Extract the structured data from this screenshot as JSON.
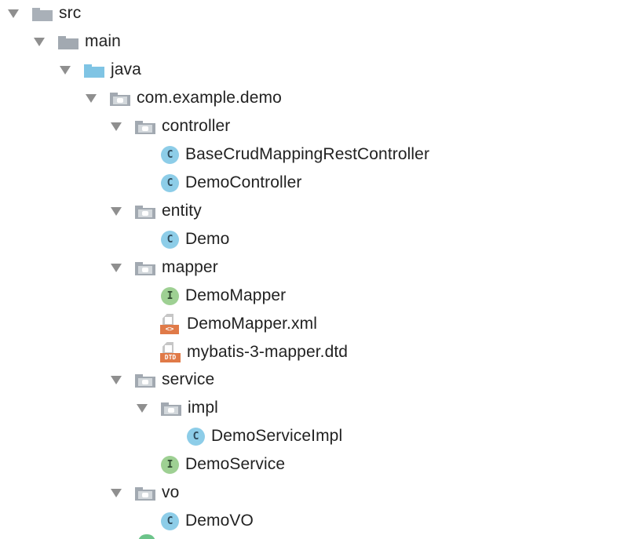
{
  "tree": {
    "nodes": [
      {
        "label": "src",
        "type": "folder-src",
        "expanded": true
      },
      {
        "label": "main",
        "type": "folder",
        "expanded": true
      },
      {
        "label": "java",
        "type": "folder-java",
        "expanded": true
      },
      {
        "label": "com.example.demo",
        "type": "package",
        "expanded": true
      },
      {
        "label": "controller",
        "type": "package",
        "expanded": true
      },
      {
        "label": "BaseCrudMappingRestController",
        "type": "class",
        "icon_letter": "C"
      },
      {
        "label": "DemoController",
        "type": "class",
        "icon_letter": "C"
      },
      {
        "label": "entity",
        "type": "package",
        "expanded": true
      },
      {
        "label": "Demo",
        "type": "class",
        "icon_letter": "C"
      },
      {
        "label": "mapper",
        "type": "package",
        "expanded": true
      },
      {
        "label": "DemoMapper",
        "type": "interface",
        "icon_letter": "I"
      },
      {
        "label": "DemoMapper.xml",
        "type": "xml-file",
        "icon_tag": "<>"
      },
      {
        "label": "mybatis-3-mapper.dtd",
        "type": "dtd-file",
        "icon_tag": "DTD"
      },
      {
        "label": "service",
        "type": "package",
        "expanded": true
      },
      {
        "label": "impl",
        "type": "package",
        "expanded": true
      },
      {
        "label": "DemoServiceImpl",
        "type": "class",
        "icon_letter": "C"
      },
      {
        "label": "DemoService",
        "type": "interface",
        "icon_letter": "I"
      },
      {
        "label": "vo",
        "type": "package",
        "expanded": true
      },
      {
        "label": "DemoVO",
        "type": "class",
        "icon_letter": "C"
      }
    ]
  },
  "colors": {
    "class_icon": "#8dcde8",
    "interface_icon": "#9ed093",
    "java_folder": "#7fc4e4",
    "folder": "#a2a9b1",
    "file_tag": "#e07a48",
    "arrow": "#8f8f8f"
  }
}
